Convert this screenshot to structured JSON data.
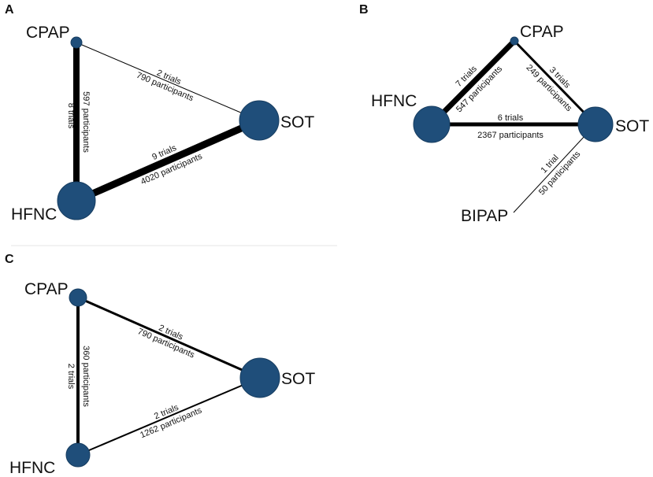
{
  "colors": {
    "node_fill": "#1f4e7a",
    "edge": "#000000"
  },
  "panels": [
    {
      "letter": "A",
      "nodes": {
        "cpap": "CPAP",
        "sot": "SOT",
        "hfnc": "HFNC"
      },
      "edges": {
        "cpap_sot": {
          "trials": "2 trials",
          "participants": "790 participants"
        },
        "cpap_hfnc": {
          "trials": "8 trials",
          "participants": "597 participants"
        },
        "hfnc_sot": {
          "trials": "9 trials",
          "participants": "4020 participants"
        }
      }
    },
    {
      "letter": "B",
      "nodes": {
        "cpap": "CPAP",
        "hfnc": "HFNC",
        "sot": "SOT",
        "bipap": "BIPAP"
      },
      "edges": {
        "hfnc_cpap": {
          "trials": "7 trials",
          "participants": "547 participants"
        },
        "cpap_sot": {
          "trials": "3 trials",
          "participants": "249 participants"
        },
        "hfnc_sot": {
          "trials": "6 trials",
          "participants": "2367 participants"
        },
        "sot_bipap": {
          "trials": "1 trial",
          "participants": "50 participants"
        }
      }
    },
    {
      "letter": "C",
      "nodes": {
        "cpap": "CPAP",
        "sot": "SOT",
        "hfnc": "HFNC"
      },
      "edges": {
        "cpap_sot": {
          "trials": "2 trials",
          "participants": "790 participants"
        },
        "cpap_hfnc": {
          "trials": "2 trials",
          "participants": "360 participants"
        },
        "hfnc_sot": {
          "trials": "2 trials",
          "participants": "1262 participants"
        }
      }
    }
  ]
}
